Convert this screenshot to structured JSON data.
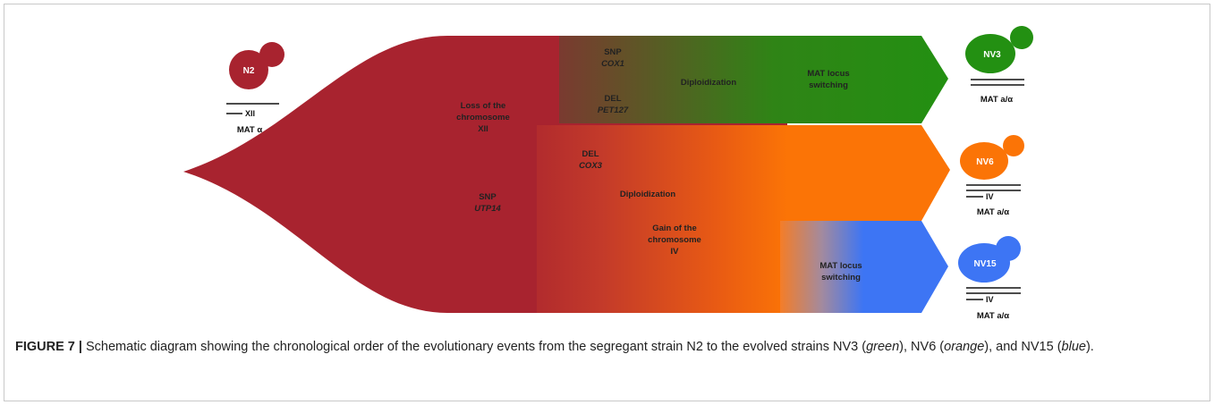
{
  "strains": {
    "N2": {
      "name": "N2",
      "chromosome": "XII",
      "mat": "MAT α",
      "color": "#a8232f"
    },
    "NV3": {
      "name": "NV3",
      "mat": "MAT a/α",
      "color": "#239012"
    },
    "NV6": {
      "name": "NV6",
      "chromosome": "IV",
      "mat": "MAT a/α",
      "color": "#fb7406"
    },
    "NV15": {
      "name": "NV15",
      "chromosome": "IV",
      "mat": "MAT a/α",
      "color": "#3d75f4"
    }
  },
  "events": {
    "loss": [
      "Loss of the",
      "chromosome",
      "XII"
    ],
    "snp_utp14": {
      "line1": "SNP",
      "line2": "UTP14"
    },
    "snp_cox1": {
      "line1": "SNP",
      "line2": "COX1"
    },
    "del_pet127": {
      "line1": "DEL",
      "line2": "PET127"
    },
    "diploid_green": "Diploidization",
    "mat_green": [
      "MAT locus",
      "switching"
    ],
    "del_cox3": {
      "line1": "DEL",
      "line2": "COX3"
    },
    "diploid_orange": "Diploidization",
    "gain": [
      "Gain of the",
      "chromosome",
      "IV"
    ],
    "mat_blue": [
      "MAT locus",
      "switching"
    ]
  },
  "caption": {
    "label": "FIGURE 7 |",
    "text_1": " Schematic diagram showing the chronological order of the evolutionary events from the segregant strain N2 to the evolved strains NV3 (",
    "green": "green",
    "text_2": "), NV6 (",
    "orange": "orange",
    "text_3": "), and NV15 (",
    "blue": "blue",
    "text_4": ")."
  }
}
